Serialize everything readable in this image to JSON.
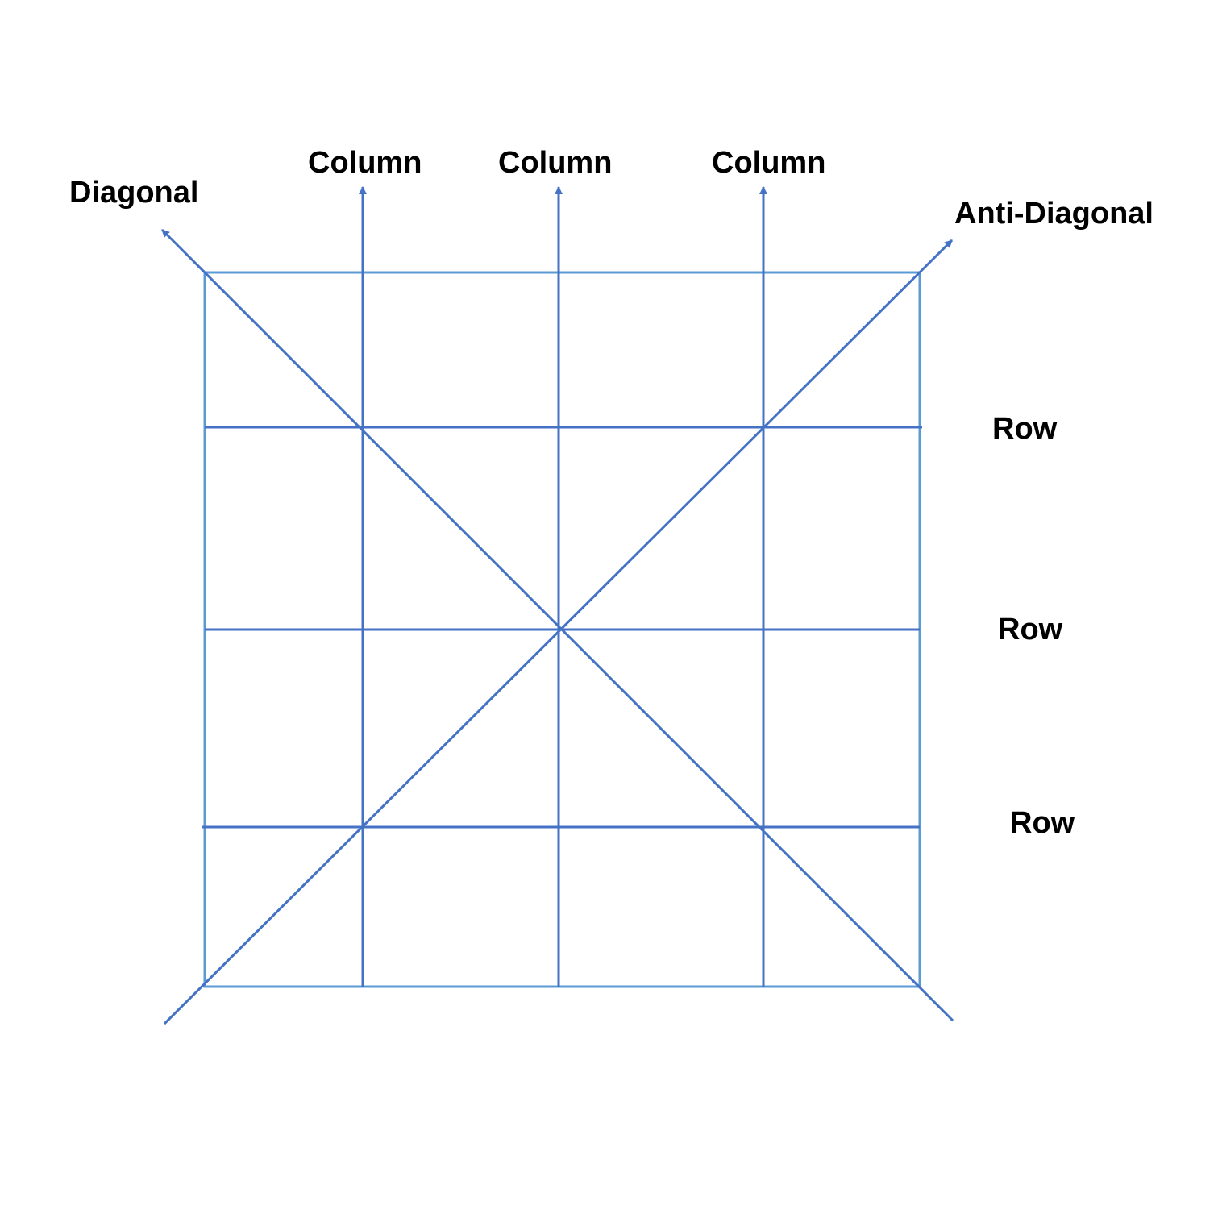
{
  "labels": {
    "diagonal": "Diagonal",
    "anti_diagonal": "Anti-Diagonal",
    "columns": [
      "Column",
      "Column",
      "Column"
    ],
    "rows": [
      "Row",
      "Row",
      "Row"
    ]
  },
  "colors": {
    "grid_line": "#5b9bd5",
    "arrow_line": "#4472c4",
    "text": "#000000"
  }
}
